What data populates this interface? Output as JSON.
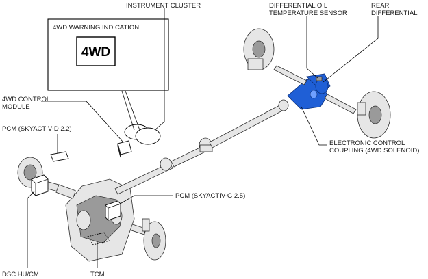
{
  "labels": {
    "instrument_cluster": "INSTRUMENT CLUSTER",
    "warning_indication": "4WD WARNING INDICATION",
    "warning_badge": "4WD",
    "diff_oil_sensor_line1": "DIFFERENTIAL OIL",
    "diff_oil_sensor_line2": "TEMPERATURE SENSOR",
    "rear_diff_line1": "REAR",
    "rear_diff_line2": "DIFFERENTIAL",
    "control_module_line1": "4WD CONTROL",
    "control_module_line2": "MODULE",
    "pcm_diesel": "PCM (SKYACTIV-D 2.2)",
    "pcm_gasoline": "PCM (SKYACTIV-G 2.5)",
    "coupling_line1": "ELECTRONIC CONTROL",
    "coupling_line2": "COUPLING (4WD SOLENOID)",
    "dsc": "DSC HU/CM",
    "tcm": "TCM"
  },
  "colors": {
    "coupling_highlight": "#1f5fd6",
    "line": "#000000",
    "part_fill": "#e6e6e6"
  }
}
